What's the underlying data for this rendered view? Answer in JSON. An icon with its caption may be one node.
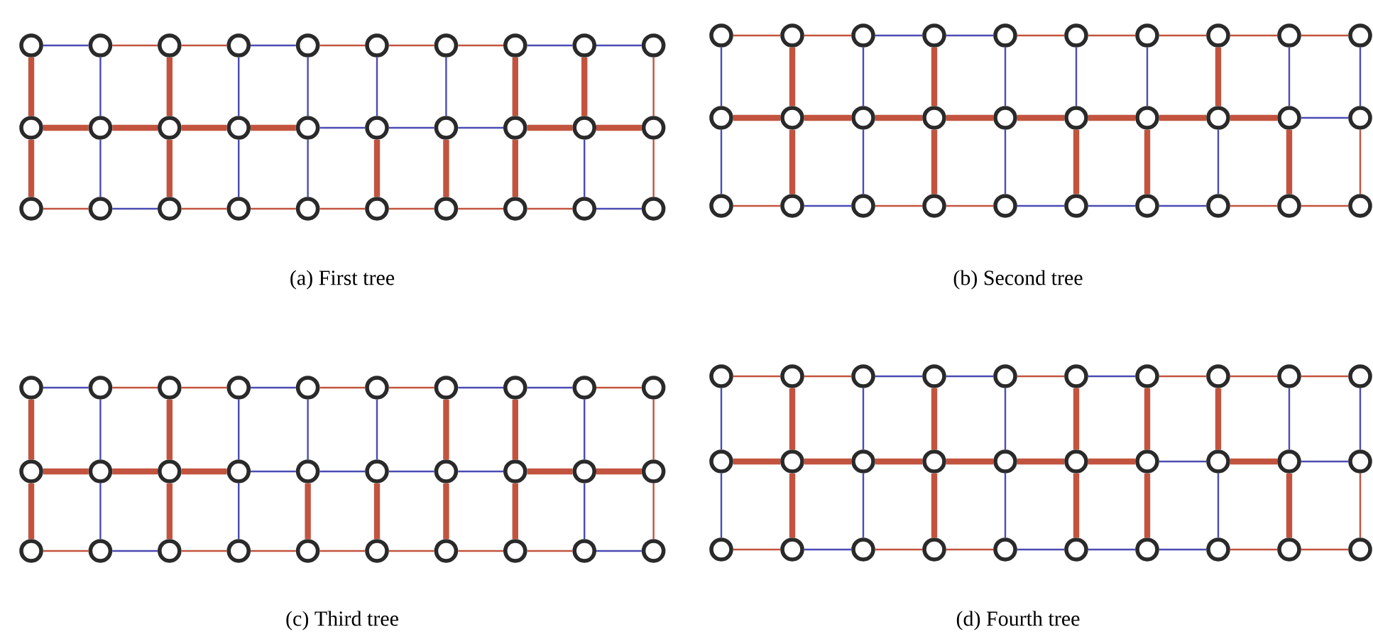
{
  "diagram": {
    "nodes": [
      {
        "text": [],
        "shape": "circle"
      },
      {
        "text": [],
        "shape": "circle"
      },
      {
        "text": [],
        "shape": "circle"
      },
      {
        "text": [],
        "shape": "circle"
      },
      {
        "text": [],
        "shape": "circle"
      },
      {
        "text": [],
        "shape": "circle"
      },
      {
        "text": [],
        "shape": "circle"
      },
      {
        "text": [],
        "shape": "circle"
      },
      {
        "text": [],
        "shape": "circle"
      },
      {
        "text": [],
        "shape": "circle"
      },
      {
        "text": [],
        "shape": "circle"
      },
      {
        "text": [],
        "shape": "circle"
      },
      {
        "text": [],
        "shape": "circle"
      },
      {
        "text": [],
        "shape": "circle"
      },
      {
        "text": [],
        "shape": "circle"
      },
      {
        "text": [],
        "shape": "circle"
      },
      {
        "text": [],
        "shape": "circle"
      },
      {
        "text": [],
        "shape": "circle"
      },
      {
        "text": [],
        "shape": "circle"
      },
      {
        "text": [],
        "shape": "circle"
      },
      {
        "text": [],
        "shape": "circle"
      },
      {
        "text": [],
        "shape": "circle"
      },
      {
        "text": [],
        "shape": "circle"
      },
      {
        "text": [],
        "shape": "circle"
      },
      {
        "text": [],
        "shape": "circle"
      },
      {
        "text": [],
        "shape": "circle"
      },
      {
        "text": [],
        "shape": "circle"
      },
      {
        "text": [],
        "shape": "circle"
      },
      {
        "text": [],
        "shape": "circle"
      },
      {
        "text": [],
        "shape": "circle"
      },
      {
        "text": [],
        "shape": "circle"
      },
      {
        "text": [],
        "shape": "circle"
      },
      {
        "text": [],
        "shape": "circle"
      },
      {
        "text": [],
        "shape": "circle"
      },
      {
        "text": [],
        "shape": "circle"
      },
      {
        "text": [],
        "shape": "circle"
      },
      {
        "text": [],
        "shape": "circle"
      },
      {
        "text": [],
        "shape": "circle"
      },
      {
        "text": [],
        "shape": "circle"
      },
      {
        "text": [],
        "shape": "circle"
      },
      {
        "text": [],
        "shape": "circle"
      },
      {
        "text": [],
        "shape": "circle"
      },
      {
        "text": [],
        "shape": "circle"
      },
      {
        "text": [],
        "shape": "circle"
      },
      {
        "text": [],
        "shape": "circle"
      },
      {
        "text": [],
        "shape": "circle"
      },
      {
        "text": [],
        "shape": "circle"
      },
      {
        "text": [],
        "shape": "circle"
      },
      {
        "text": [],
        "shape": "circle"
      },
      {
        "text": [],
        "shape": "circle"
      },
      {
        "text": [],
        "shape": "circle"
      },
      {
        "text": [],
        "shape": "circle"
      },
      {
        "text": [],
        "shape": "circle"
      },
      {
        "text": [],
        "shape": "circle"
      },
      {
        "text": [],
        "shape": "circle"
      },
      {
        "text": [],
        "shape": "circle"
      },
      {
        "text": [],
        "shape": "circle"
      },
      {
        "text": [],
        "shape": "circle"
      },
      {
        "text": [],
        "shape": "circle"
      },
      {
        "text": [],
        "shape": "circle"
      },
      {
        "text": [],
        "shape": "circle"
      },
      {
        "text": [],
        "shape": "circle"
      },
      {
        "text": [],
        "shape": "circle"
      },
      {
        "text": [],
        "shape": "circle"
      },
      {
        "text": [],
        "shape": "circle"
      },
      {
        "text": [],
        "shape": "circle"
      },
      {
        "text": [],
        "shape": "circle"
      },
      {
        "text": [],
        "shape": "circle"
      },
      {
        "text": [],
        "shape": "circle"
      },
      {
        "text": [],
        "shape": "circle"
      },
      {
        "text": [],
        "shape": "circle"
      },
      {
        "text": [],
        "shape": "circle"
      },
      {
        "text": [],
        "shape": "circle"
      },
      {
        "text": [],
        "shape": "circle"
      },
      {
        "text": [],
        "shape": "circle"
      },
      {
        "text": [],
        "shape": "circle"
      },
      {
        "text": [],
        "shape": "circle"
      },
      {
        "text": [],
        "shape": "circle"
      },
      {
        "text": [],
        "shape": "circle"
      },
      {
        "text": [],
        "shape": "circle"
      },
      {
        "text": [],
        "shape": "circle"
      },
      {
        "text": [],
        "shape": "circle"
      },
      {
        "text": [],
        "shape": "circle"
      },
      {
        "text": [],
        "shape": "circle"
      },
      {
        "text": [],
        "shape": "circle"
      },
      {
        "text": [],
        "shape": "circle"
      },
      {
        "text": [],
        "shape": "circle"
      },
      {
        "text": [],
        "shape": "circle"
      },
      {
        "text": [],
        "shape": "circle"
      },
      {
        "text": [],
        "shape": "circle"
      },
      {
        "text": [],
        "shape": "circle"
      },
      {
        "text": [],
        "shape": "circle"
      },
      {
        "text": [],
        "shape": "circle"
      },
      {
        "text": [],
        "shape": "circle"
      },
      {
        "text": [],
        "shape": "circle"
      },
      {
        "text": [],
        "shape": "circle"
      },
      {
        "text": [],
        "shape": "circle"
      },
      {
        "text": [],
        "shape": "circle"
      },
      {
        "text": [],
        "shape": "circle"
      },
      {
        "text": [],
        "shape": "circle"
      },
      {
        "text": [],
        "shape": "circle"
      },
      {
        "text": [],
        "shape": "circle"
      },
      {
        "text": [],
        "shape": "circle"
      },
      {
        "text": [],
        "shape": "circle"
      },
      {
        "text": [],
        "shape": "circle"
      },
      {
        "text": [],
        "shape": "circle"
      },
      {
        "text": [],
        "shape": "circle"
      },
      {
        "text": [],
        "shape": "circle"
      },
      {
        "text": [],
        "shape": "circle"
      },
      {
        "text": [],
        "shape": "circle"
      },
      {
        "text": [],
        "shape": "circle"
      },
      {
        "text": [],
        "shape": "circle"
      },
      {
        "text": [],
        "shape": "circle"
      },
      {
        "text": [],
        "shape": "circle"
      },
      {
        "text": [],
        "shape": "circle"
      },
      {
        "text": [],
        "shape": "circle"
      },
      {
        "text": [],
        "shape": "circle"
      },
      {
        "text": [],
        "shape": "circle"
      },
      {
        "text": [],
        "shape": "circle"
      },
      {
        "text": [],
        "shape": "circle"
      }
    ],
    "edges": [
      {
        "from": 0,
        "to": 1,
        "arrow": "none",
        "color": "#4b4bb4"
      },
      {
        "from": 1,
        "to": 2,
        "arrow": "none"
      },
      {
        "from": 2,
        "to": 3,
        "arrow": "none"
      },
      {
        "from": 3,
        "to": 4,
        "arrow": "none",
        "color": "#4b4bb4"
      },
      {
        "from": 4,
        "to": 5,
        "arrow": "none"
      },
      {
        "from": 5,
        "to": 6,
        "arrow": "none"
      },
      {
        "from": 6,
        "to": 7,
        "arrow": "none"
      },
      {
        "from": 7,
        "to": 8,
        "arrow": "none",
        "color": "#4b4bb4"
      },
      {
        "from": 8,
        "to": 9,
        "arrow": "none",
        "color": "#4b4bb4"
      },
      {
        "from": 10,
        "to": 11,
        "arrow": "none",
        "style": "thick"
      },
      {
        "from": 11,
        "to": 12,
        "arrow": "none",
        "style": "thick"
      },
      {
        "from": 12,
        "to": 13,
        "arrow": "none",
        "style": "thick"
      },
      {
        "from": 13,
        "to": 14,
        "arrow": "none",
        "style": "thick"
      },
      {
        "from": 14,
        "to": 15,
        "arrow": "none",
        "color": "#4b4bb4"
      },
      {
        "from": 15,
        "to": 16,
        "arrow": "none",
        "color": "#4b4bb4"
      },
      {
        "from": 16,
        "to": 17,
        "arrow": "none",
        "color": "#4b4bb4"
      },
      {
        "from": 17,
        "to": 18,
        "arrow": "none",
        "style": "thick"
      },
      {
        "from": 18,
        "to": 19,
        "arrow": "none",
        "style": "thick"
      },
      {
        "from": 20,
        "to": 21,
        "arrow": "none"
      },
      {
        "from": 21,
        "to": 22,
        "arrow": "none",
        "color": "#4b4bb4"
      },
      {
        "from": 22,
        "to": 23,
        "arrow": "none"
      },
      {
        "from": 23,
        "to": 24,
        "arrow": "none"
      },
      {
        "from": 24,
        "to": 25,
        "arrow": "none"
      },
      {
        "from": 25,
        "to": 26,
        "arrow": "none"
      },
      {
        "from": 26,
        "to": 27,
        "arrow": "none"
      },
      {
        "from": 27,
        "to": 28,
        "arrow": "none"
      },
      {
        "from": 28,
        "to": 29,
        "arrow": "none",
        "color": "#4b4bb4"
      },
      {
        "from": 0,
        "to": 10,
        "arrow": "none",
        "style": "thick"
      },
      {
        "from": 1,
        "to": 11,
        "arrow": "none",
        "color": "#4b4bb4"
      },
      {
        "from": 2,
        "to": 12,
        "arrow": "none",
        "style": "thick"
      },
      {
        "from": 3,
        "to": 13,
        "arrow": "none",
        "color": "#4b4bb4"
      },
      {
        "from": 4,
        "to": 14,
        "arrow": "none",
        "color": "#4b4bb4"
      },
      {
        "from": 5,
        "to": 15,
        "arrow": "none",
        "color": "#4b4bb4"
      },
      {
        "from": 6,
        "to": 16,
        "arrow": "none",
        "color": "#4b4bb4"
      },
      {
        "from": 7,
        "to": 17,
        "arrow": "none",
        "style": "thick"
      },
      {
        "from": 8,
        "to": 18,
        "arrow": "none",
        "style": "thick"
      },
      {
        "from": 9,
        "to": 19,
        "arrow": "none"
      },
      {
        "from": 10,
        "to": 20,
        "arrow": "none",
        "style": "thick"
      },
      {
        "from": 11,
        "to": 21,
        "arrow": "none",
        "color": "#4b4bb4"
      },
      {
        "from": 12,
        "to": 22,
        "arrow": "none",
        "style": "thick"
      },
      {
        "from": 13,
        "to": 23,
        "arrow": "none",
        "color": "#4b4bb4"
      },
      {
        "from": 14,
        "to": 24,
        "arrow": "none",
        "color": "#4b4bb4"
      },
      {
        "from": 15,
        "to": 25,
        "arrow": "none",
        "style": "thick"
      },
      {
        "from": 16,
        "to": 26,
        "arrow": "none",
        "style": "thick"
      },
      {
        "from": 17,
        "to": 27,
        "arrow": "none",
        "style": "thick"
      },
      {
        "from": 18,
        "to": 28,
        "arrow": "none",
        "color": "#4b4bb4"
      },
      {
        "from": 19,
        "to": 29,
        "arrow": "none"
      },
      {
        "from": 30,
        "to": 31,
        "arrow": "none"
      },
      {
        "from": 31,
        "to": 32,
        "arrow": "none"
      },
      {
        "from": 32,
        "to": 33,
        "arrow": "none",
        "color": "#4b4bb4"
      },
      {
        "from": 33,
        "to": 34,
        "arrow": "none",
        "color": "#4b4bb4"
      },
      {
        "from": 34,
        "to": 35,
        "arrow": "none"
      },
      {
        "from": 35,
        "to": 36,
        "arrow": "none"
      },
      {
        "from": 36,
        "to": 37,
        "arrow": "none"
      },
      {
        "from": 37,
        "to": 38,
        "arrow": "none"
      },
      {
        "from": 38,
        "to": 39,
        "arrow": "none"
      },
      {
        "from": 40,
        "to": 41,
        "arrow": "none",
        "style": "thick"
      },
      {
        "from": 41,
        "to": 42,
        "arrow": "none",
        "style": "thick"
      },
      {
        "from": 42,
        "to": 43,
        "arrow": "none",
        "style": "thick"
      },
      {
        "from": 43,
        "to": 44,
        "arrow": "none",
        "style": "thick"
      },
      {
        "from": 44,
        "to": 45,
        "arrow": "none",
        "style": "thick"
      },
      {
        "from": 45,
        "to": 46,
        "arrow": "none",
        "style": "thick"
      },
      {
        "from": 46,
        "to": 47,
        "arrow": "none",
        "style": "thick"
      },
      {
        "from": 47,
        "to": 48,
        "arrow": "none",
        "style": "thick"
      },
      {
        "from": 48,
        "to": 49,
        "arrow": "none",
        "color": "#4b4bb4"
      },
      {
        "from": 50,
        "to": 51,
        "arrow": "none"
      },
      {
        "from": 51,
        "to": 52,
        "arrow": "none",
        "color": "#4b4bb4"
      },
      {
        "from": 52,
        "to": 53,
        "arrow": "none"
      },
      {
        "from": 53,
        "to": 54,
        "arrow": "none"
      },
      {
        "from": 54,
        "to": 55,
        "arrow": "none",
        "color": "#4b4bb4"
      },
      {
        "from": 55,
        "to": 56,
        "arrow": "none",
        "color": "#4b4bb4"
      },
      {
        "from": 56,
        "to": 57,
        "arrow": "none",
        "color": "#4b4bb4"
      },
      {
        "from": 57,
        "to": 58,
        "arrow": "none"
      },
      {
        "from": 58,
        "to": 59,
        "arrow": "none"
      },
      {
        "from": 30,
        "to": 40,
        "arrow": "none",
        "color": "#4b4bb4"
      },
      {
        "from": 31,
        "to": 41,
        "arrow": "none",
        "style": "thick"
      },
      {
        "from": 32,
        "to": 42,
        "arrow": "none",
        "color": "#4b4bb4"
      },
      {
        "from": 33,
        "to": 43,
        "arrow": "none",
        "style": "thick"
      },
      {
        "from": 34,
        "to": 44,
        "arrow": "none",
        "color": "#4b4bb4"
      },
      {
        "from": 35,
        "to": 45,
        "arrow": "none",
        "color": "#4b4bb4"
      },
      {
        "from": 36,
        "to": 46,
        "arrow": "none",
        "color": "#4b4bb4"
      },
      {
        "from": 37,
        "to": 47,
        "arrow": "none",
        "style": "thick"
      },
      {
        "from": 38,
        "to": 48,
        "arrow": "none",
        "color": "#4b4bb4"
      },
      {
        "from": 39,
        "to": 49,
        "arrow": "none",
        "color": "#4b4bb4"
      },
      {
        "from": 40,
        "to": 50,
        "arrow": "none",
        "color": "#4b4bb4"
      },
      {
        "from": 41,
        "to": 51,
        "arrow": "none",
        "style": "thick"
      },
      {
        "from": 42,
        "to": 52,
        "arrow": "none",
        "color": "#4b4bb4"
      },
      {
        "from": 43,
        "to": 53,
        "arrow": "none",
        "style": "thick"
      },
      {
        "from": 44,
        "to": 54,
        "arrow": "none",
        "color": "#4b4bb4"
      },
      {
        "from": 45,
        "to": 55,
        "arrow": "none",
        "style": "thick"
      },
      {
        "from": 46,
        "to": 56,
        "arrow": "none",
        "style": "thick"
      },
      {
        "from": 47,
        "to": 57,
        "arrow": "none",
        "color": "#4b4bb4"
      },
      {
        "from": 48,
        "to": 58,
        "arrow": "none",
        "style": "thick"
      },
      {
        "from": 49,
        "to": 59,
        "arrow": "none"
      },
      {
        "from": 60,
        "to": 61,
        "arrow": "none",
        "color": "#4b4bb4"
      },
      {
        "from": 61,
        "to": 62,
        "arrow": "none"
      },
      {
        "from": 62,
        "to": 63,
        "arrow": "none"
      },
      {
        "from": 63,
        "to": 64,
        "arrow": "none",
        "color": "#4b4bb4"
      },
      {
        "from": 64,
        "to": 65,
        "arrow": "none"
      },
      {
        "from": 65,
        "to": 66,
        "arrow": "none"
      },
      {
        "from": 66,
        "to": 67,
        "arrow": "none",
        "color": "#4b4bb4"
      },
      {
        "from": 67,
        "to": 68,
        "arrow": "none",
        "color": "#4b4bb4"
      },
      {
        "from": 68,
        "to": 69,
        "arrow": "none"
      },
      {
        "from": 70,
        "to": 71,
        "arrow": "none",
        "style": "thick"
      },
      {
        "from": 71,
        "to": 72,
        "arrow": "none",
        "style": "thick"
      },
      {
        "from": 72,
        "to": 73,
        "arrow": "none",
        "style": "thick"
      },
      {
        "from": 73,
        "to": 74,
        "arrow": "none",
        "color": "#4b4bb4"
      },
      {
        "from": 74,
        "to": 75,
        "arrow": "none",
        "color": "#4b4bb4"
      },
      {
        "from": 75,
        "to": 76,
        "arrow": "none",
        "color": "#4b4bb4"
      },
      {
        "from": 76,
        "to": 77,
        "arrow": "none",
        "color": "#4b4bb4"
      },
      {
        "from": 77,
        "to": 78,
        "arrow": "none",
        "style": "thick"
      },
      {
        "from": 78,
        "to": 79,
        "arrow": "none",
        "style": "thick"
      },
      {
        "from": 80,
        "to": 81,
        "arrow": "none"
      },
      {
        "from": 81,
        "to": 82,
        "arrow": "none",
        "color": "#4b4bb4"
      },
      {
        "from": 82,
        "to": 83,
        "arrow": "none"
      },
      {
        "from": 83,
        "to": 84,
        "arrow": "none"
      },
      {
        "from": 84,
        "to": 85,
        "arrow": "none"
      },
      {
        "from": 85,
        "to": 86,
        "arrow": "none"
      },
      {
        "from": 86,
        "to": 87,
        "arrow": "none"
      },
      {
        "from": 87,
        "to": 88,
        "arrow": "none"
      },
      {
        "from": 88,
        "to": 89,
        "arrow": "none",
        "color": "#4b4bb4"
      },
      {
        "from": 60,
        "to": 70,
        "arrow": "none",
        "style": "thick"
      },
      {
        "from": 61,
        "to": 71,
        "arrow": "none",
        "color": "#4b4bb4"
      },
      {
        "from": 62,
        "to": 72,
        "arrow": "none",
        "style": "thick"
      },
      {
        "from": 63,
        "to": 73,
        "arrow": "none",
        "color": "#4b4bb4"
      },
      {
        "from": 64,
        "to": 74,
        "arrow": "none",
        "color": "#4b4bb4"
      },
      {
        "from": 65,
        "to": 75,
        "arrow": "none",
        "color": "#4b4bb4"
      },
      {
        "from": 66,
        "to": 76,
        "arrow": "none",
        "style": "thick"
      },
      {
        "from": 67,
        "to": 77,
        "arrow": "none",
        "style": "thick"
      },
      {
        "from": 68,
        "to": 78,
        "arrow": "none",
        "color": "#4b4bb4"
      },
      {
        "from": 69,
        "to": 79,
        "arrow": "none"
      },
      {
        "from": 70,
        "to": 80,
        "arrow": "none",
        "style": "thick"
      },
      {
        "from": 71,
        "to": 81,
        "arrow": "none",
        "color": "#4b4bb4"
      },
      {
        "from": 72,
        "to": 82,
        "arrow": "none",
        "style": "thick"
      },
      {
        "from": 73,
        "to": 83,
        "arrow": "none",
        "color": "#4b4bb4"
      },
      {
        "from": 74,
        "to": 84,
        "arrow": "none",
        "style": "thick"
      },
      {
        "from": 75,
        "to": 85,
        "arrow": "none",
        "style": "thick"
      },
      {
        "from": 76,
        "to": 86,
        "arrow": "none",
        "style": "thick"
      },
      {
        "from": 77,
        "to": 87,
        "arrow": "none",
        "style": "thick"
      },
      {
        "from": 78,
        "to": 88,
        "arrow": "none",
        "color": "#4b4bb4"
      },
      {
        "from": 79,
        "to": 89,
        "arrow": "none"
      },
      {
        "from": 90,
        "to": 91,
        "arrow": "none"
      },
      {
        "from": 91,
        "to": 92,
        "arrow": "none"
      },
      {
        "from": 92,
        "to": 93,
        "arrow": "none",
        "color": "#4b4bb4"
      },
      {
        "from": 93,
        "to": 94,
        "arrow": "none",
        "color": "#4b4bb4"
      },
      {
        "from": 94,
        "to": 95,
        "arrow": "none"
      },
      {
        "from": 95,
        "to": 96,
        "arrow": "none",
        "color": "#4b4bb4"
      },
      {
        "from": 96,
        "to": 97,
        "arrow": "none"
      },
      {
        "from": 97,
        "to": 98,
        "arrow": "none"
      },
      {
        "from": 98,
        "to": 99,
        "arrow": "none"
      },
      {
        "from": 100,
        "to": 101,
        "arrow": "none",
        "style": "thick"
      },
      {
        "from": 101,
        "to": 102,
        "arrow": "none",
        "style": "thick"
      },
      {
        "from": 102,
        "to": 103,
        "arrow": "none",
        "style": "thick"
      },
      {
        "from": 103,
        "to": 104,
        "arrow": "none",
        "style": "thick"
      },
      {
        "from": 104,
        "to": 105,
        "arrow": "none",
        "style": "thick"
      },
      {
        "from": 105,
        "to": 106,
        "arrow": "none",
        "style": "thick"
      },
      {
        "from": 106,
        "to": 107,
        "arrow": "none",
        "color": "#4b4bb4"
      },
      {
        "from": 107,
        "to": 108,
        "arrow": "none",
        "style": "thick"
      },
      {
        "from": 108,
        "to": 109,
        "arrow": "none",
        "color": "#4b4bb4"
      },
      {
        "from": 110,
        "to": 111,
        "arrow": "none"
      },
      {
        "from": 111,
        "to": 112,
        "arrow": "none",
        "color": "#4b4bb4"
      },
      {
        "from": 112,
        "to": 113,
        "arrow": "none"
      },
      {
        "from": 113,
        "to": 114,
        "arrow": "none"
      },
      {
        "from": 114,
        "to": 115,
        "arrow": "none",
        "color": "#4b4bb4"
      },
      {
        "from": 115,
        "to": 116,
        "arrow": "none",
        "color": "#4b4bb4"
      },
      {
        "from": 116,
        "to": 117,
        "arrow": "none",
        "color": "#4b4bb4"
      },
      {
        "from": 117,
        "to": 118,
        "arrow": "none"
      },
      {
        "from": 118,
        "to": 119,
        "arrow": "none"
      },
      {
        "from": 90,
        "to": 100,
        "arrow": "none",
        "color": "#4b4bb4"
      },
      {
        "from": 91,
        "to": 101,
        "arrow": "none",
        "style": "thick"
      },
      {
        "from": 92,
        "to": 102,
        "arrow": "none",
        "color": "#4b4bb4"
      },
      {
        "from": 93,
        "to": 103,
        "arrow": "none",
        "style": "thick"
      },
      {
        "from": 94,
        "to": 104,
        "arrow": "none",
        "color": "#4b4bb4"
      },
      {
        "from": 95,
        "to": 105,
        "arrow": "none",
        "style": "thick"
      },
      {
        "from": 96,
        "to": 106,
        "arrow": "none",
        "style": "thick"
      },
      {
        "from": 97,
        "to": 107,
        "arrow": "none",
        "style": "thick"
      },
      {
        "from": 98,
        "to": 108,
        "arrow": "none",
        "color": "#4b4bb4"
      },
      {
        "from": 99,
        "to": 109,
        "arrow": "none",
        "color": "#4b4bb4"
      },
      {
        "from": 100,
        "to": 110,
        "arrow": "none",
        "color": "#4b4bb4"
      },
      {
        "from": 101,
        "to": 111,
        "arrow": "none",
        "style": "thick"
      },
      {
        "from": 102,
        "to": 112,
        "arrow": "none",
        "color": "#4b4bb4"
      },
      {
        "from": 103,
        "to": 113,
        "arrow": "none",
        "style": "thick"
      },
      {
        "from": 104,
        "to": 114,
        "arrow": "none",
        "color": "#4b4bb4"
      },
      {
        "from": 105,
        "to": 115,
        "arrow": "none",
        "style": "thick"
      },
      {
        "from": 106,
        "to": 116,
        "arrow": "none",
        "style": "thick"
      },
      {
        "from": 107,
        "to": 117,
        "arrow": "none",
        "color": "#4b4bb4"
      },
      {
        "from": 108,
        "to": 118,
        "arrow": "none",
        "style": "thick"
      },
      {
        "from": 109,
        "to": 119,
        "arrow": "none"
      }
    ],
    "labels": [
      "(a) First tree",
      "(b) Second tree",
      "(c) Third tree",
      "(d) Fourth tree"
    ]
  }
}
